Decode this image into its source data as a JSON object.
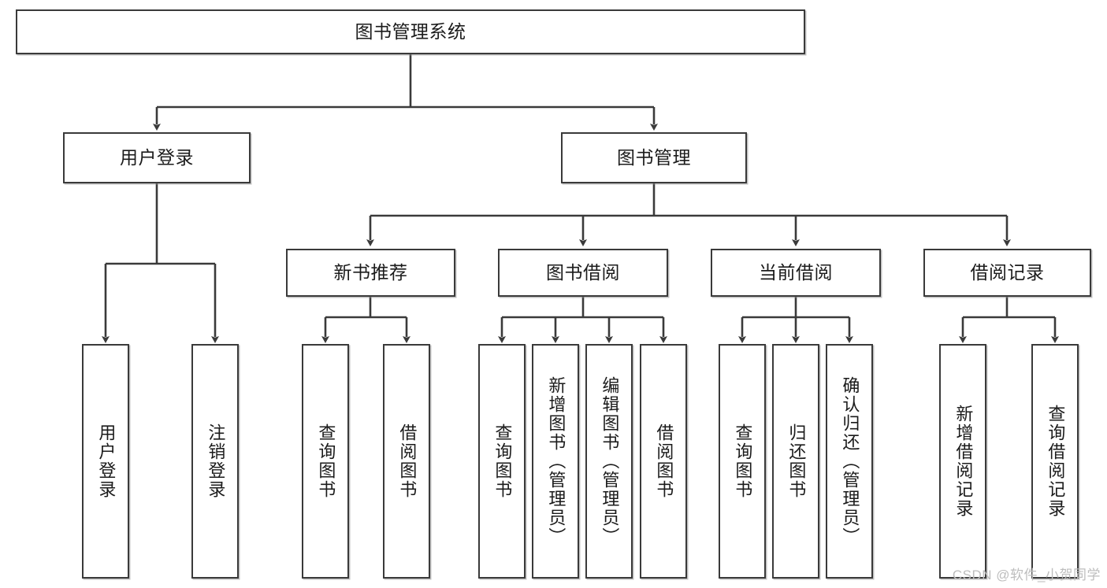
{
  "diagram": {
    "title": "图书管理系统",
    "root": {
      "label": "图书管理系统"
    },
    "level2": [
      {
        "label": "用户登录"
      },
      {
        "label": "图书管理"
      }
    ],
    "level3": [
      {
        "label": "新书推荐"
      },
      {
        "label": "图书借阅"
      },
      {
        "label": "当前借阅"
      },
      {
        "label": "借阅记录"
      }
    ],
    "leaves": {
      "user_login": [
        {
          "label": "用户登录"
        },
        {
          "label": "注销登录"
        }
      ],
      "new_book_recommend": [
        {
          "label": "查询图书"
        },
        {
          "label": "借阅图书"
        }
      ],
      "book_borrow": [
        {
          "label": "查询图书"
        },
        {
          "label": "新增图书（管理员）"
        },
        {
          "label": "编辑图书（管理员）"
        },
        {
          "label": "借阅图书"
        }
      ],
      "current_borrow": [
        {
          "label": "查询图书"
        },
        {
          "label": "归还图书"
        },
        {
          "label": "确认归还（管理员）"
        }
      ],
      "borrow_record": [
        {
          "label": "新增借阅记录"
        },
        {
          "label": "查询借阅记录"
        }
      ]
    }
  },
  "watermark": {
    "text": "CSDN @软件_小贺同学"
  },
  "colors": {
    "stroke": "#3a3a3a",
    "fill": "#ffffff",
    "text": "#1b1b1b",
    "watermark": "#bdbdbd"
  }
}
